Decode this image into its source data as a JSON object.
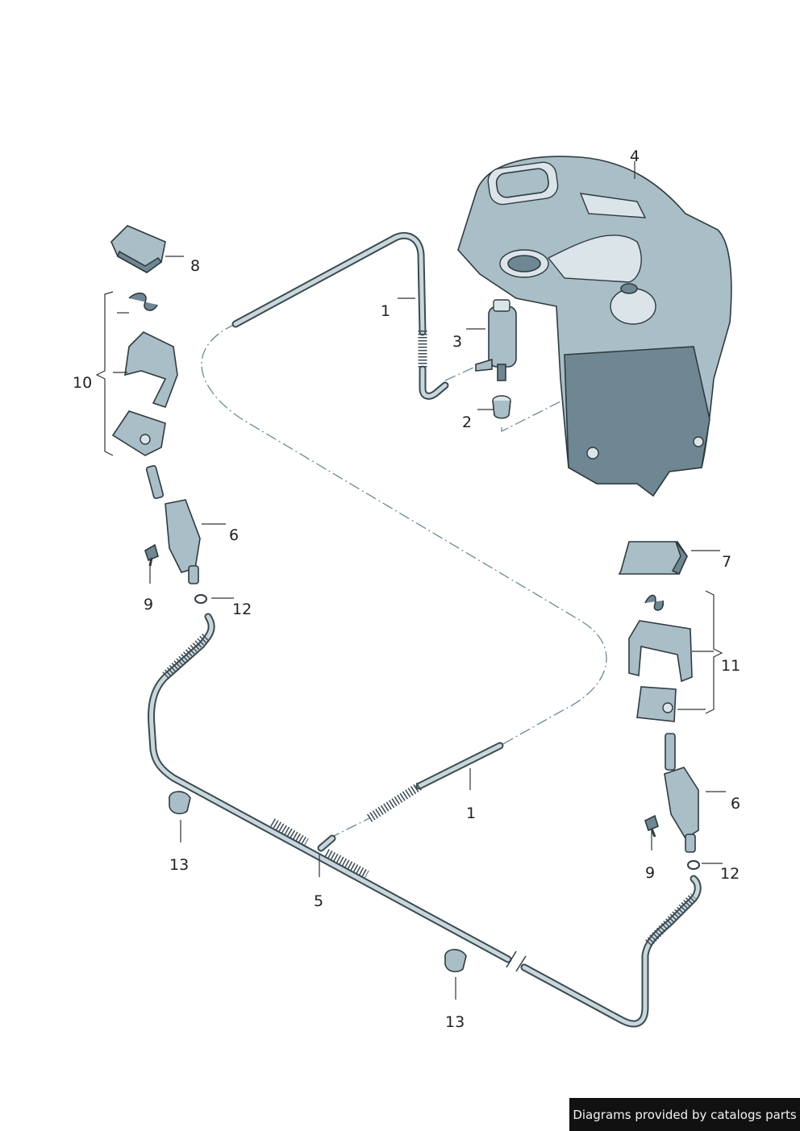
{
  "footer": {
    "text": "Diagrams provided by catalogs parts"
  },
  "callouts": {
    "hose_upper": "1",
    "hose_lower": "1",
    "grommet": "2",
    "pump": "3",
    "reservoir": "4",
    "t_hose": "5",
    "nozzle_left": "6",
    "nozzle_right": "6",
    "cap_right": "7",
    "cap_left": "8",
    "screw_left": "9",
    "screw_right": "9",
    "bracket_set_left": "10",
    "bracket_set_right": "11",
    "oring_left": "12",
    "oring_right": "12",
    "clip_left": "13",
    "clip_right": "13"
  },
  "colors": {
    "part_fill": "#a9bec6",
    "part_dark": "#6f8792",
    "line": "#2f3b40",
    "footer_bg": "#111111"
  }
}
